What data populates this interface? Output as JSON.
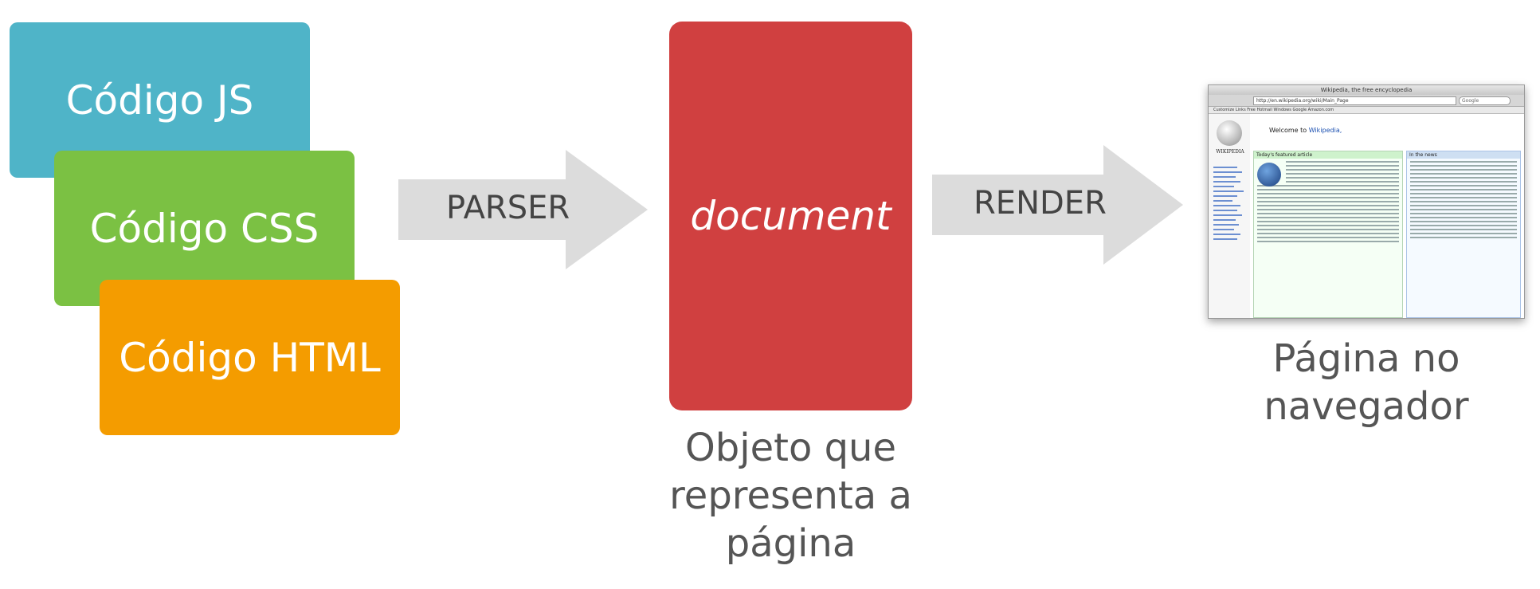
{
  "boxes": {
    "js": "Código JS",
    "css": "Código CSS",
    "html": "Código HTML"
  },
  "arrows": {
    "parser": "PARSER",
    "render": "RENDER"
  },
  "document": {
    "label": "document",
    "caption_lines": [
      "Objeto que",
      "representa a",
      "página"
    ]
  },
  "browser": {
    "caption_lines": [
      "Página no",
      "navegador"
    ],
    "window_title": "Wikipedia, the free encyclopedia",
    "url": "http://en.wikipedia.org/wiki/Main_Page",
    "search_placeholder": "Google",
    "bookmarks": "Customize Links   Free Hotmail   Windows   Google   Amazon.com",
    "wiki_name": "WIKIPEDIA",
    "welcome": "Welcome to",
    "welcome_link": "Wikipedia,",
    "featured_heading": "Today's featured article",
    "news_heading": "In the news"
  },
  "colors": {
    "js": "#4fb4c8",
    "css": "#7bc143",
    "html": "#f49c00",
    "document": "#d04040",
    "arrow": "#dcdcdc"
  }
}
